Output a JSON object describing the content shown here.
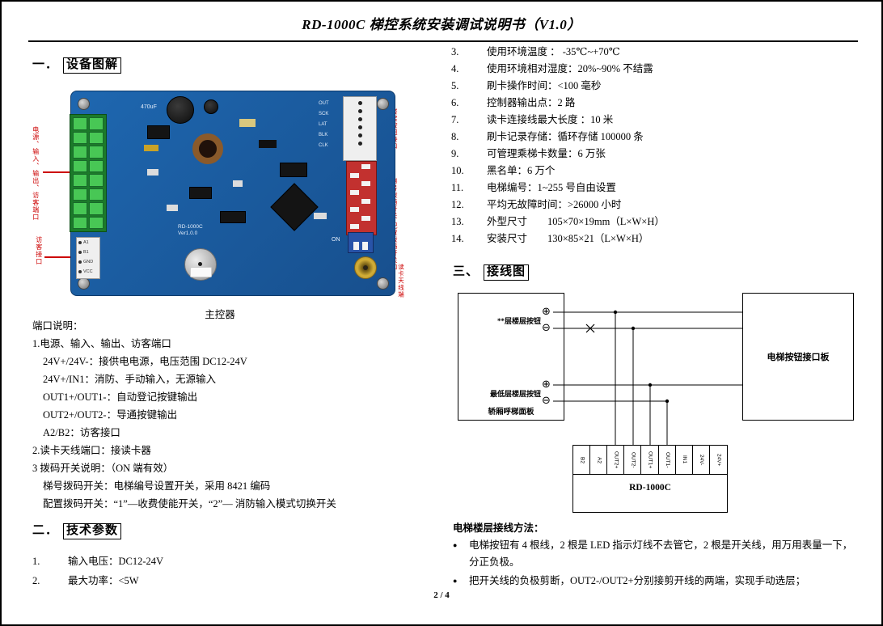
{
  "header": {
    "title": "RD-1000C 梯控系统安装调试说明书（V1.0）"
  },
  "section1": {
    "num": "一．",
    "title": "设备图解",
    "caption": "主控器",
    "board": {
      "silk_model": "RD-1000C",
      "silk_version": "Ver1.0.0",
      "silk_cap": "470uF",
      "silk_on": "ON",
      "pin_labels": [
        "OUT",
        "SCK",
        "LAT",
        "BLK",
        "CLK"
      ],
      "reader_pins": [
        "A1",
        "B1",
        "GND",
        "VCC"
      ],
      "ann_left_top": "电源、输入、输出、访客端口",
      "ann_left_bottom": "访客接口",
      "ann_right_1": "楼层按钮接口",
      "ann_right_2": "梯号拨码开关",
      "ann_right_3": "配置拨码开关",
      "ann_right_4": "读卡天线端口"
    },
    "port_lines": [
      "端口说明：",
      "1.电源、输入、输出、访客端口",
      "24V+/24V-：接供电电源，电压范围 DC12-24V",
      "24V+/IN1：消防、手动输入，无源输入",
      "OUT1+/OUT1-：自动登记按键输出",
      "OUT2+/OUT2-：导通按键输出",
      "A2/B2：访客接口",
      "2.读卡天线端口：接读卡器",
      "3 拨码开关说明：（ON 端有效）",
      "梯号拨码开关：电梯编号设置开关，采用 8421 编码",
      "配置拨码开关：“1”—收费使能开关，“2”— 消防输入模式切换开关"
    ]
  },
  "section2": {
    "num": "二．",
    "title": "技术参数",
    "items": [
      {
        "num": "1.",
        "text": "输入电压：DC12-24V"
      },
      {
        "num": "2.",
        "text": "最大功率：<5W"
      }
    ]
  },
  "params": [
    {
      "num": "3.",
      "text": "使用环境温度 ： -35℃~+70℃"
    },
    {
      "num": "4.",
      "text": "使用环境相对湿度：20%~90% 不结露"
    },
    {
      "num": "5.",
      "text": "刷卡操作时间：<100 毫秒"
    },
    {
      "num": "6.",
      "text": "控制器输出点：2 路"
    },
    {
      "num": "7.",
      "text": "读卡连接线最大长度 ：10 米"
    },
    {
      "num": "8.",
      "text": "刷卡记录存储：循环存储 100000 条"
    },
    {
      "num": "9.",
      "text": "可管理乘梯卡数量：6 万张"
    },
    {
      "num": "10.",
      "text": "黑名单：6 万个"
    },
    {
      "num": "11.",
      "text": "电梯编号：1~255 号自由设置"
    },
    {
      "num": "12.",
      "text": "平均无故障时间：>26000 小时"
    },
    {
      "num": "13.",
      "text": "外型尺寸　　105×70×19mm（L×W×H）"
    },
    {
      "num": "14.",
      "text": "安装尺寸　　130×85×21（L×W×H）"
    }
  ],
  "section3": {
    "num": "三、",
    "title": "接线图"
  },
  "diagram": {
    "cabin_panel": {
      "top_label": "**层楼层按钮",
      "bottom_label": "最低层楼层按钮",
      "title": "轿厢呼梯面板"
    },
    "plus_symbol": "⊕",
    "minus_symbol": "⊖",
    "interface_board": "电梯按钮接口板",
    "controller_label": "RD-1000C",
    "terminals": [
      "B2",
      "A2",
      "OUT2+",
      "OUT2-",
      "OUT1+",
      "OUT1-",
      "IN1",
      "24V-",
      "24V+"
    ]
  },
  "wiring": {
    "title": "电梯楼层接线方法：",
    "bullet_char": "●",
    "bullets": [
      "电梯按钮有 4 根线，2 根是 LED 指示灯线不去管它，2 根是开关线，用万用表量一下，分正负极。",
      "把开关线的负极剪断，OUT2-/OUT2+分别接剪开线的两端，实现手动选层；"
    ]
  },
  "footer": {
    "page": "2 / 4"
  },
  "colors": {
    "annotation_red": "#cc0000",
    "annotation_blue": "#4a9fe0",
    "pcb_blue": "#1d63ab",
    "terminal_green": "#48c755",
    "dip_red": "#c2312f",
    "dip_blue": "#2853a8",
    "antenna_gold": "#d4af37"
  }
}
